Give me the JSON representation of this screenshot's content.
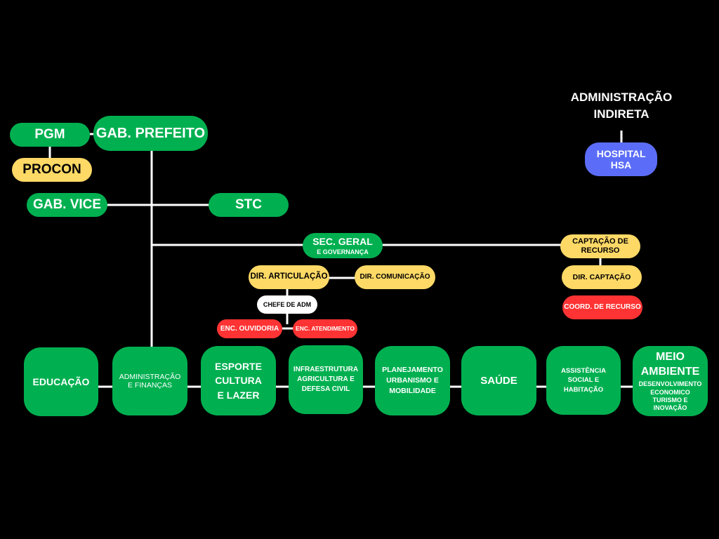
{
  "heading": {
    "line1": "ADMINISTRAÇÃO",
    "line2": "INDIRETA"
  },
  "nodes": {
    "pgm": "PGM",
    "gab_prefeito": "GAB. PREFEITO",
    "procon": "PROCON",
    "gab_vice": "GAB. VICE",
    "stc": "STC",
    "sec_geral": {
      "title": "SEC. GERAL",
      "subtitle": "E GOVERNANÇA"
    },
    "captacao_recurso": "CAPTAÇÃO DE RECURSO",
    "dir_articulacao": "DIR. ARTICULAÇÃO",
    "dir_comunicacao": "DIR. COMUNICAÇÃO",
    "dir_captacao": "DIR. CAPTAÇÃO",
    "chefe_adm": "CHEFE DE ADM",
    "coord_recurso": "COORD. DE RECURSO",
    "enc_ouvidoria": "ENC. OUVIDORIA",
    "enc_atendimento": "ENC. ATENDIMENTO",
    "hospital_hsa": "HOSPITAL HSA"
  },
  "secretarias": {
    "educacao": "EDUCAÇÃO",
    "administracao": "ADMINISTRAÇÃO E FINANÇAS",
    "esporte": "ESPORTE CULTURA E LAZER",
    "infraestrutura": "INFRAESTRUTURA AGRICULTURA E DEFESA CIVIL",
    "planejamento": "PLANEJAMENTO URBANISMO E MOBILIDADE",
    "saude": "SAÚDE",
    "assistencia": "ASSISTÊNCIA SOCIAL E HABITAÇÃO",
    "meio_ambiente": {
      "title": "MEIO AMBIENTE",
      "subtitle": "DESENVOLVIMENTO ECONOMICO TURISMO E INOVAÇÃO"
    }
  },
  "colors": {
    "green": "#00b050",
    "yellow": "#ffd966",
    "red": "#ff3333",
    "blue": "#5b6df8",
    "line": "#ffffff",
    "background": "#000000"
  }
}
